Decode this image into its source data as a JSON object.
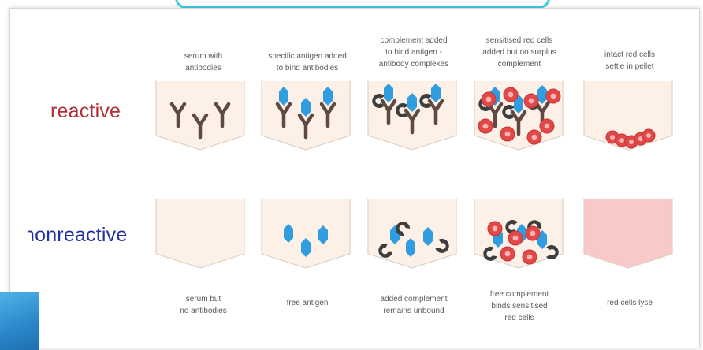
{
  "colors": {
    "reactive": "#b0303a",
    "nonreactive": "#2432a0",
    "well_fill": "#fdf0e6",
    "well_fill_lysed": "#f9c9c9",
    "well_edge": "#dcd2c8",
    "antibody": "#5e4a42",
    "antigen": "#2f9de0",
    "complement": "#3d3d3d",
    "red_cell": "#e24848",
    "red_cell_center": "#f6b3b3"
  },
  "rows": {
    "reactive": {
      "label": "reactive",
      "captions": [
        "serum with\nantibodies",
        "specific antigen added\nto bind antibodies",
        "complement added\nto bind antigen -\nantibody complexes",
        "sensitised red cells\nadded but no surplus\ncomplement",
        "intact red cells\nsettle in pellet"
      ]
    },
    "nonreactive": {
      "label": "nonreactive",
      "captions": [
        "serum but\nno antibodies",
        "free antigen",
        "added complement\nremains unbound",
        "free complement\nbinds sensitised\nred cells",
        "red cells lyse"
      ]
    }
  }
}
